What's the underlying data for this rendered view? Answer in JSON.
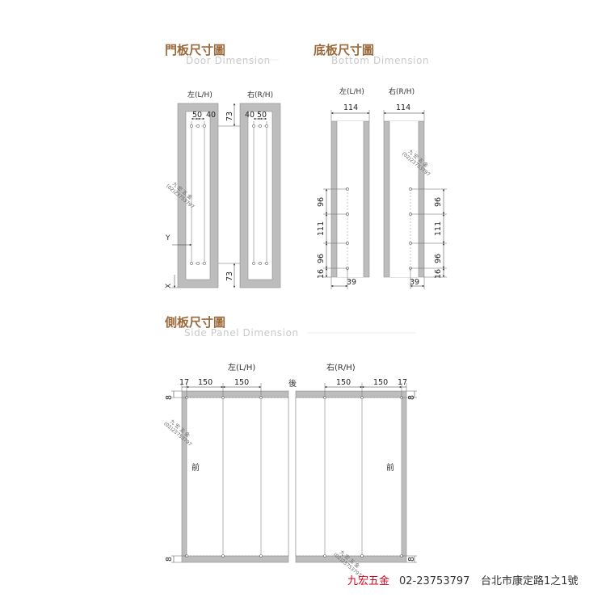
{
  "sections": {
    "door": {
      "title_cn": "門板尺寸圖",
      "title_en": "Door Dimension"
    },
    "bottom": {
      "title_cn": "底板尺寸圖",
      "title_en": "Bottom Dimension"
    },
    "side": {
      "title_cn": "側板尺寸圖",
      "title_en": "Side Panel Dimension"
    }
  },
  "door": {
    "left_label": "左(L/H)",
    "right_label": "右(R/H)",
    "dim_50": "50",
    "dim_40": "40",
    "dim_73": "73",
    "label_y": "Y",
    "label_x": "X"
  },
  "bottom": {
    "left_label": "左(L/H)",
    "right_label": "右(R/H)",
    "dim_114": "114",
    "dim_96": "96",
    "dim_111": "111",
    "dim_16": "16",
    "dim_39": "39"
  },
  "side": {
    "left_label": "左(L/H)",
    "right_label": "右(R/H)",
    "back_label": "後",
    "front_label": "前",
    "dim_17": "17",
    "dim_150": "150",
    "dim_8": "8"
  },
  "watermark": {
    "line1": "九 宏 五 金",
    "line2": "(02)23753797"
  },
  "footer": {
    "brand": "九宏五金",
    "phone": "02-23753797",
    "address": "台北市康定路1之1號"
  }
}
